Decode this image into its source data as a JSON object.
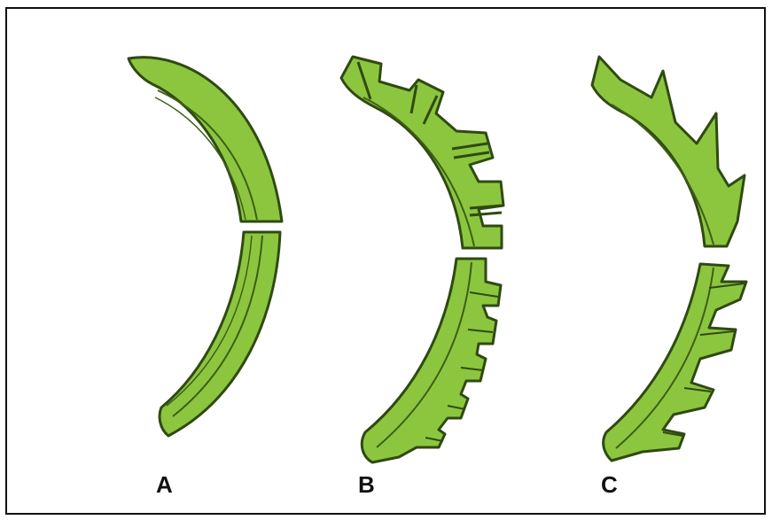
{
  "figure": {
    "labels": [
      "A",
      "B",
      "C"
    ],
    "colors": {
      "fill": "#8cc63f",
      "fill_light": "#a6d35a",
      "outline": "#2f4a12",
      "stroke_inner": "#3d5e17",
      "frame": "#111111",
      "background": "#ffffff"
    }
  }
}
